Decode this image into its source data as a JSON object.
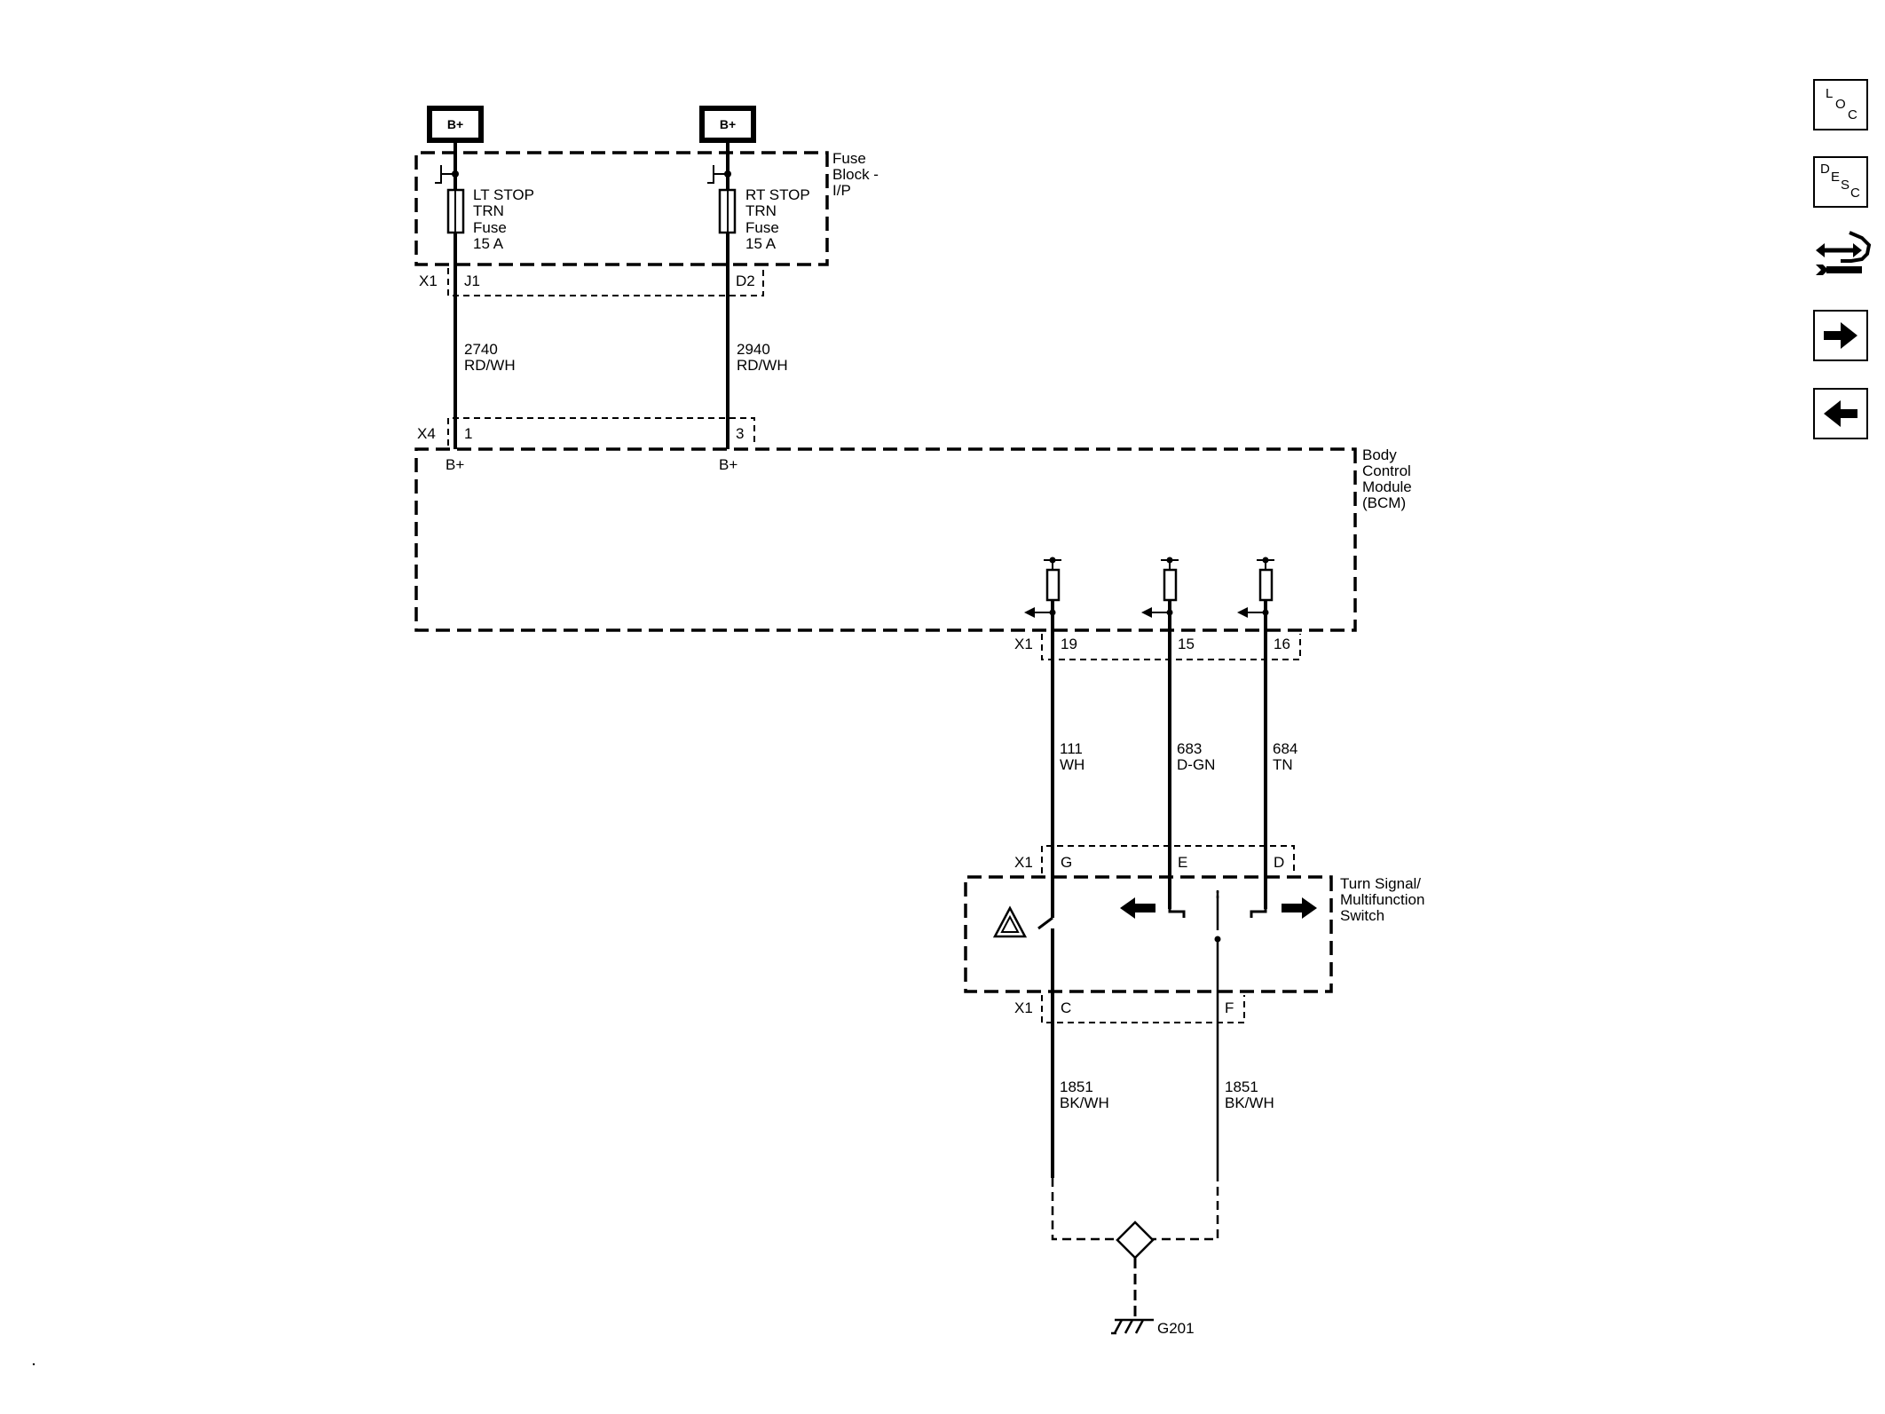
{
  "power": {
    "left_label": "B+",
    "right_label": "B+"
  },
  "fuse_block": {
    "name_line1": "Fuse",
    "name_line2": "Block -",
    "name_line3": "I/P",
    "left_fuse": {
      "line1": "LT STOP",
      "line2": "TRN",
      "line3": "Fuse",
      "line4": "15 A"
    },
    "right_fuse": {
      "line1": "RT STOP",
      "line2": "TRN",
      "line3": "Fuse",
      "line4": "15 A"
    },
    "connector": "X1",
    "pin_left": "J1",
    "pin_right": "D2"
  },
  "wires": {
    "w2740": {
      "num": "2740",
      "color": "RD/WH"
    },
    "w2940": {
      "num": "2940",
      "color": "RD/WH"
    },
    "w111": {
      "num": "111",
      "color": "WH"
    },
    "w683": {
      "num": "683",
      "color": "D-GN"
    },
    "w684": {
      "num": "684",
      "color": "TN"
    },
    "w1851a": {
      "num": "1851",
      "color": "BK/WH"
    },
    "w1851b": {
      "num": "1851",
      "color": "BK/WH"
    }
  },
  "bcm": {
    "name_line1": "Body",
    "name_line2": "Control",
    "name_line3": "Module",
    "name_line4": "(BCM)",
    "x4": {
      "connector": "X4",
      "pin1": "1",
      "pin2": "3",
      "b1": "B+",
      "b2": "B+"
    },
    "x1": {
      "connector": "X1",
      "pin1": "19",
      "pin2": "15",
      "pin3": "16"
    }
  },
  "switch": {
    "name_line1": "Turn Signal/",
    "name_line2": "Multifunction",
    "name_line3": "Switch",
    "top_connector": "X1",
    "top_pins": [
      "G",
      "E",
      "D"
    ],
    "bottom_connector": "X1",
    "bottom_pins": [
      "C",
      "F"
    ]
  },
  "ground": {
    "label": "G201"
  },
  "nav_buttons": {
    "loc": {
      "l1": "L",
      "l2": "O",
      "l3": "C"
    },
    "desc": {
      "l1": "D",
      "l2": "E",
      "l3": "S",
      "l4": "C"
    },
    "items": [
      "loc-button",
      "desc-button",
      "connector-view-button",
      "next-page-arrow",
      "previous-page-arrow"
    ]
  },
  "colors": {
    "ink": "#000000",
    "background": "#ffffff"
  }
}
